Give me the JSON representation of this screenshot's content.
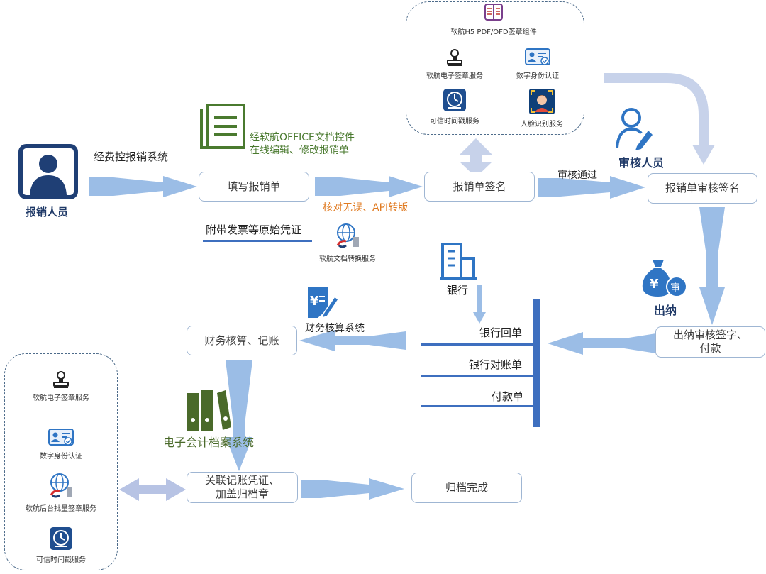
{
  "colors": {
    "arrow": "#9bbde6",
    "arrow_dark": "#c7d2ea",
    "navy": "#1f3f75",
    "icon_blue": "#2f75c4",
    "green": "#4a7a2f",
    "orange": "#e07a20",
    "divider": "#3e6fbf"
  },
  "top_panel": {
    "items": [
      {
        "icon": "book-icon",
        "label": "软航H5 PDF/OFD签章组件"
      },
      {
        "icon": "seal-stamp-icon",
        "label": "软航电子签章服务"
      },
      {
        "icon": "id-card-icon",
        "label": "数字身份认证"
      },
      {
        "icon": "clock-icon",
        "label": "可信时间戳服务"
      },
      {
        "icon": "face-recognition-icon",
        "label": "人脸识别服务"
      }
    ]
  },
  "left_panel": {
    "items": [
      {
        "icon": "seal-stamp-icon",
        "label": "软航电子签章服务"
      },
      {
        "icon": "id-card-icon",
        "label": "数字身份认证"
      },
      {
        "icon": "globe-icon",
        "label": "软航后台批量签章服务"
      },
      {
        "icon": "clock-icon",
        "label": "可信时间戳服务"
      }
    ]
  },
  "actors": {
    "reporter": "报销人员",
    "auditor": "审核人员",
    "cashier": "出纳",
    "bank": "银行"
  },
  "labels": {
    "system": "经费控报销系统",
    "office_line1": "经软航OFFICE文档控件",
    "office_line2": "在线编辑、修改报销单",
    "verify_api": "核对无误、API转版",
    "attach": "附带发票等原始凭证",
    "convert_service": "软航文档转换服务",
    "approved": "审核通过",
    "finance_system": "财务核算系统",
    "archive_system": "电子会计档案系统"
  },
  "boxes": {
    "fill": "填写报销单",
    "sign": "报销单签名",
    "review": "报销单审核签名",
    "cashier_line1": "出纳审核签字、",
    "cashier_line2": "付款",
    "finance": "财务核算、记账",
    "archive_line1": "关联记账凭证、",
    "archive_line2": "加盖归档章",
    "done": "归档完成"
  },
  "bank_docs": [
    "银行回单",
    "银行对账单",
    "付款单"
  ]
}
